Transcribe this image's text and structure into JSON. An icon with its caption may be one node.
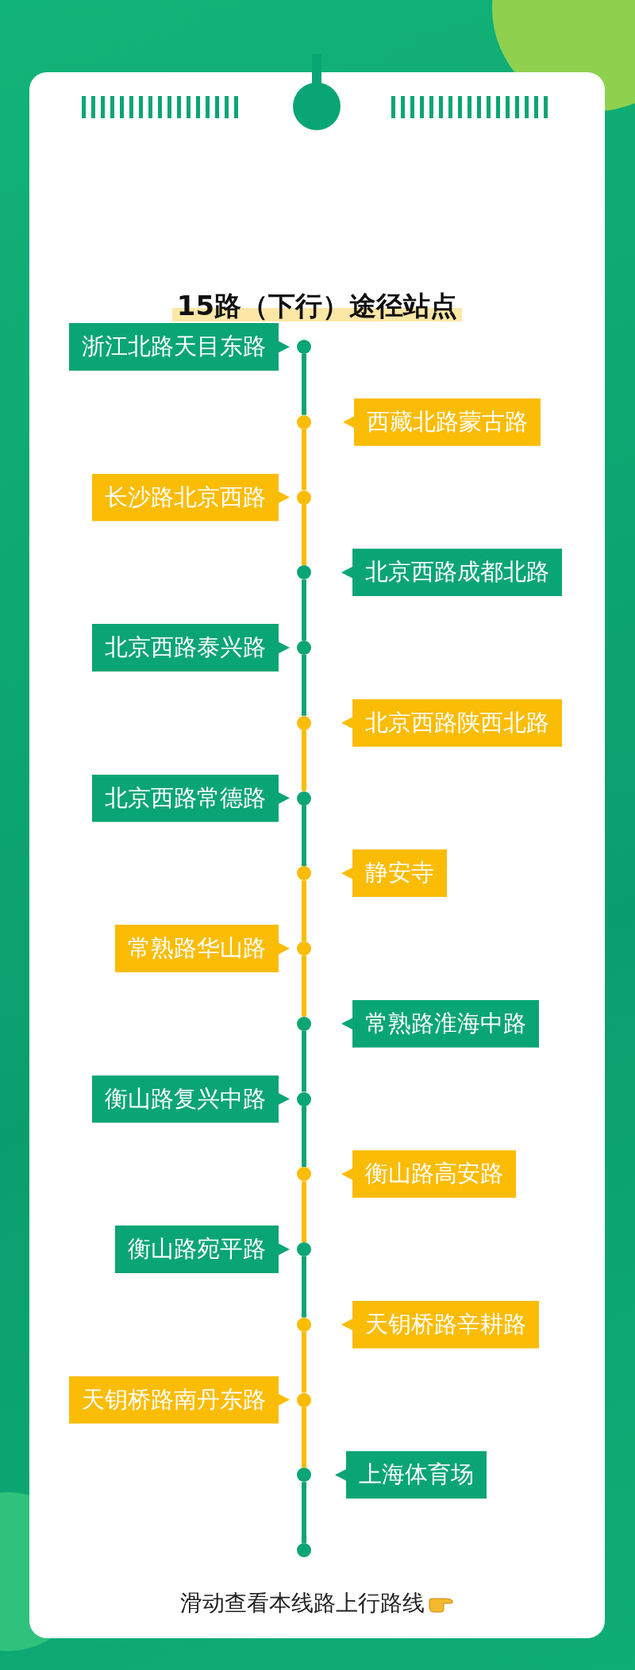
{
  "diagram": {
    "title": "15路（下行）途径站点",
    "nodes": [
      {
        "text": [
          "浙江北路天目东路"
        ]
      },
      {
        "text": [
          "西藏北路蒙古路"
        ]
      },
      {
        "text": [
          "长沙路北京西路"
        ]
      },
      {
        "text": [
          "北京西路成都北路"
        ]
      },
      {
        "text": [
          "北京西路泰兴路"
        ]
      },
      {
        "text": [
          "北京西路陕西北路"
        ]
      },
      {
        "text": [
          "北京西路常德路"
        ]
      },
      {
        "text": [
          "静安寺"
        ]
      },
      {
        "text": [
          "常熟路华山路"
        ]
      },
      {
        "text": [
          "常熟路淮海中路"
        ]
      },
      {
        "text": [
          "衡山路复兴中路"
        ]
      },
      {
        "text": [
          "衡山路高安路"
        ]
      },
      {
        "text": [
          "衡山路宛平路"
        ]
      },
      {
        "text": [
          "天钥桥路辛耕路"
        ]
      },
      {
        "text": [
          "天钥桥路南丹东路"
        ]
      },
      {
        "text": [
          "上海体育场"
        ]
      },
      {
        "text": [],
        "shape": "circle"
      },
      {
        "text": [],
        "shape": "circle"
      },
      {
        "text": [],
        "shape": "circle"
      },
      {
        "text": [],
        "shape": "circle"
      },
      {
        "text": [],
        "shape": "circle"
      },
      {
        "text": [],
        "shape": "circle"
      },
      {
        "text": [],
        "shape": "circle"
      },
      {
        "text": [],
        "shape": "circle"
      },
      {
        "text": [],
        "shape": "circle"
      },
      {
        "text": [],
        "shape": "circle"
      },
      {
        "text": [],
        "shape": "circle"
      },
      {
        "text": [],
        "shape": "circle"
      },
      {
        "text": [],
        "shape": "circle"
      },
      {
        "text": [],
        "shape": "circle"
      },
      {
        "text": [],
        "shape": "circle"
      },
      {
        "text": [],
        "shape": "circle"
      },
      {
        "text": [],
        "shape": "circle"
      }
    ],
    "edges": [
      {
        "from": 16,
        "to": 17,
        "arrow": "none"
      },
      {
        "from": 17,
        "to": 18,
        "arrow": "none",
        "color": "#fbbc05"
      },
      {
        "from": 18,
        "to": 19,
        "arrow": "none",
        "color": "#fbbc05"
      },
      {
        "from": 19,
        "to": 20,
        "arrow": "none"
      },
      {
        "from": 20,
        "to": 21,
        "arrow": "none"
      },
      {
        "from": 21,
        "to": 22,
        "arrow": "none",
        "color": "#fbbc05"
      },
      {
        "from": 22,
        "to": 23,
        "arrow": "none"
      },
      {
        "from": 23,
        "to": 24,
        "arrow": "none",
        "color": "#fbbc05"
      },
      {
        "from": 24,
        "to": 25,
        "arrow": "none",
        "color": "#fbbc05"
      },
      {
        "from": 25,
        "to": 26,
        "arrow": "none"
      },
      {
        "from": 26,
        "to": 27,
        "arrow": "none"
      },
      {
        "from": 27,
        "to": 28,
        "arrow": "none",
        "color": "#fbbc05"
      },
      {
        "from": 28,
        "to": 29,
        "arrow": "none"
      },
      {
        "from": 29,
        "to": 30,
        "arrow": "none",
        "color": "#fbbc05"
      },
      {
        "from": 30,
        "to": 31,
        "arrow": "none",
        "color": "#fbbc05"
      },
      {
        "from": 31,
        "to": 32,
        "arrow": "none"
      }
    ],
    "labels": [
      "滑动查看本线路上行路线"
    ]
  }
}
